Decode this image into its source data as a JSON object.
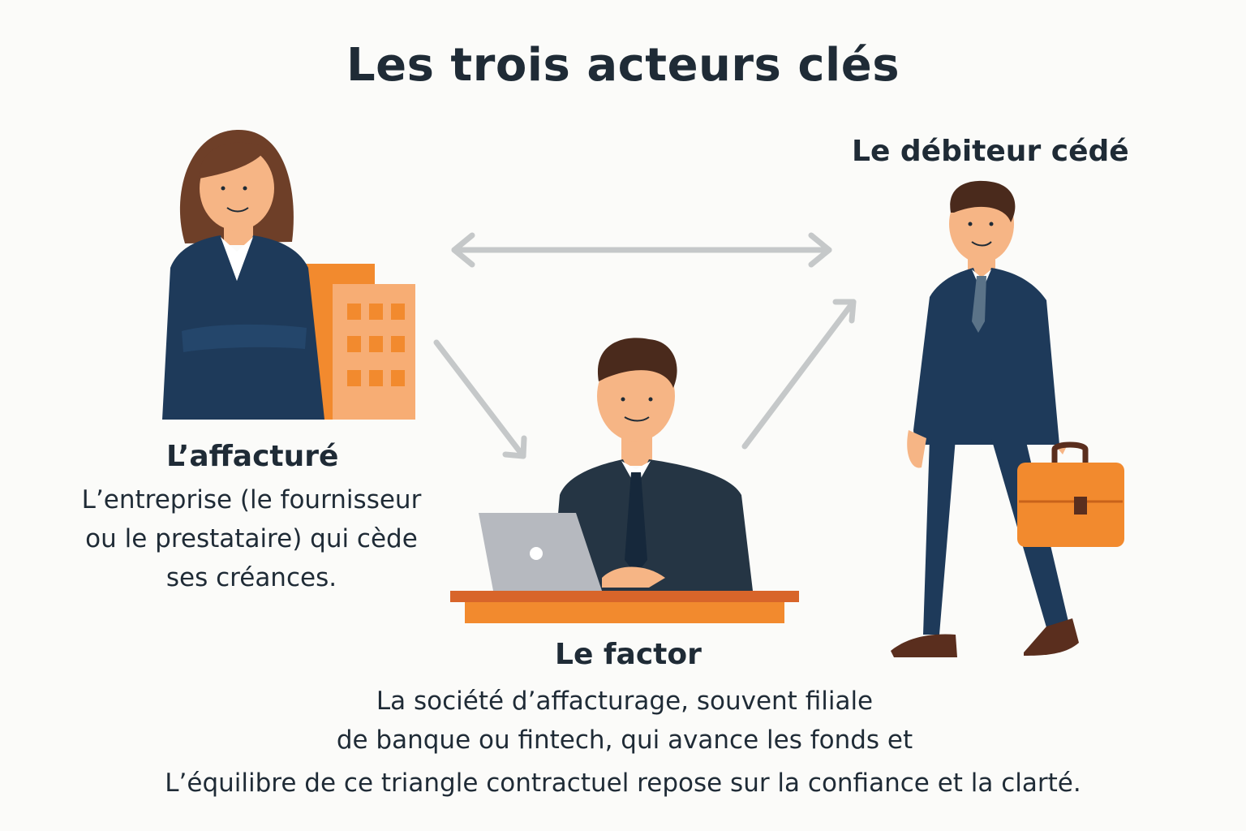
{
  "title": "Les trois acteurs clés",
  "actors": {
    "affacture": {
      "name": "L’affacturé",
      "description_lines": [
        "L’entreprise (le fournisseur",
        "ou le prestataire) qui cède",
        "ses créances."
      ]
    },
    "debiteur": {
      "name": "Le débiteur cédé"
    },
    "factor": {
      "name": "Le factor",
      "description_lines": [
        "La société d’affacturage, souvent filiale",
        "de banque ou fintech, qui avance les fonds et"
      ]
    }
  },
  "footer": "L’équilibre de ce triangle contractuel repose sur la confiance et la clarté.",
  "colors": {
    "suit": "#1e3a5a",
    "accent_orange": "#f28a2e",
    "skin": "#f6b585",
    "arrow": "#c5c8c9",
    "text": "#1f2b36"
  }
}
